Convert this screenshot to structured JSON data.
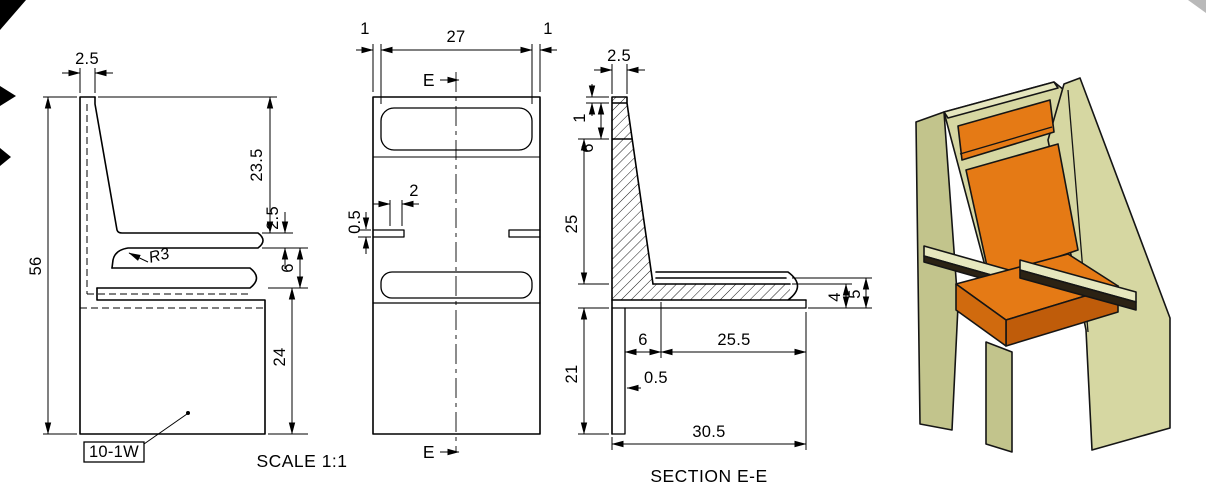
{
  "sheet": {
    "scale_label": "SCALE  1:1",
    "section_title": "SECTION E-E",
    "part_label": "10-1W"
  },
  "side_view": {
    "thickness_top": "2.5",
    "total_height": "56",
    "back_height": "23.5",
    "seat_thickness": "2.5",
    "flange_gap": "6",
    "base_height": "24",
    "fillet_radius": "R3"
  },
  "front_view": {
    "wall_left": "1",
    "overall_width": "27",
    "wall_right": "1",
    "rib_width": "2",
    "edge_offset": "0.5",
    "section_letter_top": "E",
    "section_letter_bottom": "E"
  },
  "section_view": {
    "wall_thickness": "2.5",
    "cap_height": "1",
    "rail_height": "6",
    "back_height": "25",
    "base_height": "21",
    "plate_thickness": "4",
    "seat_thickness": "5",
    "seat_inset": "6",
    "seat_depth": "25.5",
    "bottom_wall": "0.5",
    "overall_depth": "30.5"
  },
  "colors": {
    "line": "#000000",
    "panel_tan": "#d6d7a2",
    "panel_tan_dark": "#c2c48c",
    "panel_tan_light": "#e6e7bf",
    "cushion_orange": "#e57a15",
    "cushion_orange_mid": "#d06a0e",
    "cushion_orange_dark": "#bf5c0a",
    "arm_slot_dark": "#2b2214",
    "artifact_gray": "#b9b9b9"
  }
}
